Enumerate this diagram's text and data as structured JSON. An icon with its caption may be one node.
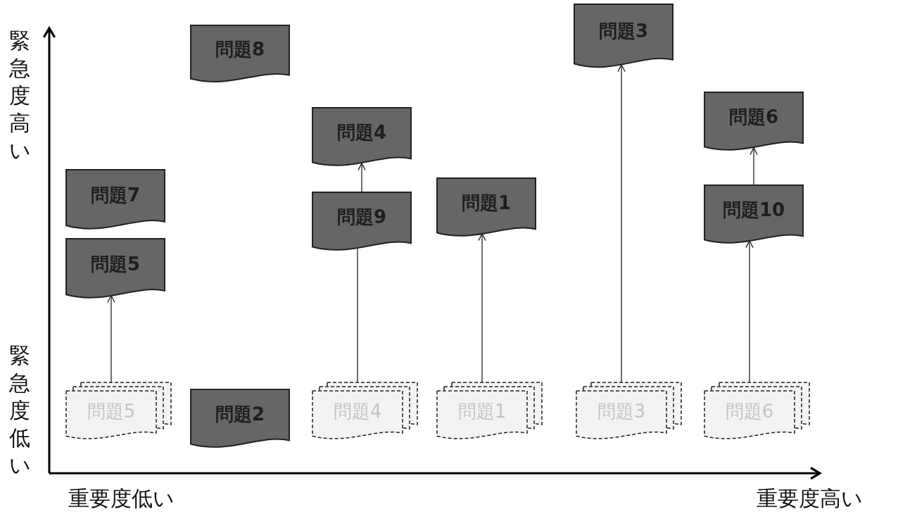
{
  "diagram": {
    "nodes": [
      {
        "text": [
          "問題8"
        ]
      },
      {
        "text": [
          "問題3"
        ]
      },
      {
        "text": [
          "問題4"
        ]
      },
      {
        "text": [
          "問題6"
        ]
      },
      {
        "text": [
          "問題7"
        ]
      },
      {
        "text": [
          "問題1"
        ]
      },
      {
        "text": [
          "問題9"
        ]
      },
      {
        "text": [
          "問題10"
        ]
      },
      {
        "text": [
          "問題5"
        ]
      },
      {
        "text": [
          "問題5"
        ]
      },
      {
        "text": [
          "問題2"
        ]
      },
      {
        "text": [
          "問題4"
        ]
      },
      {
        "text": [
          "問題1"
        ]
      },
      {
        "text": [
          "問題3"
        ]
      },
      {
        "text": [
          "問題6"
        ]
      }
    ],
    "edges": [
      {
        "from": 9,
        "to": 8,
        "arrow": "to"
      },
      {
        "from": 11,
        "to": 6,
        "arrow": "none"
      },
      {
        "from": 6,
        "to": 2,
        "arrow": "to"
      },
      {
        "from": 12,
        "to": 5,
        "arrow": "to"
      },
      {
        "from": 13,
        "to": 1,
        "arrow": "to"
      },
      {
        "from": 14,
        "to": 7,
        "arrow": "to"
      },
      {
        "from": 7,
        "to": 3,
        "arrow": "to"
      }
    ],
    "labels": [
      "緊急度高い",
      "緊急度低い",
      "重要度低い",
      "重要度高い"
    ]
  }
}
